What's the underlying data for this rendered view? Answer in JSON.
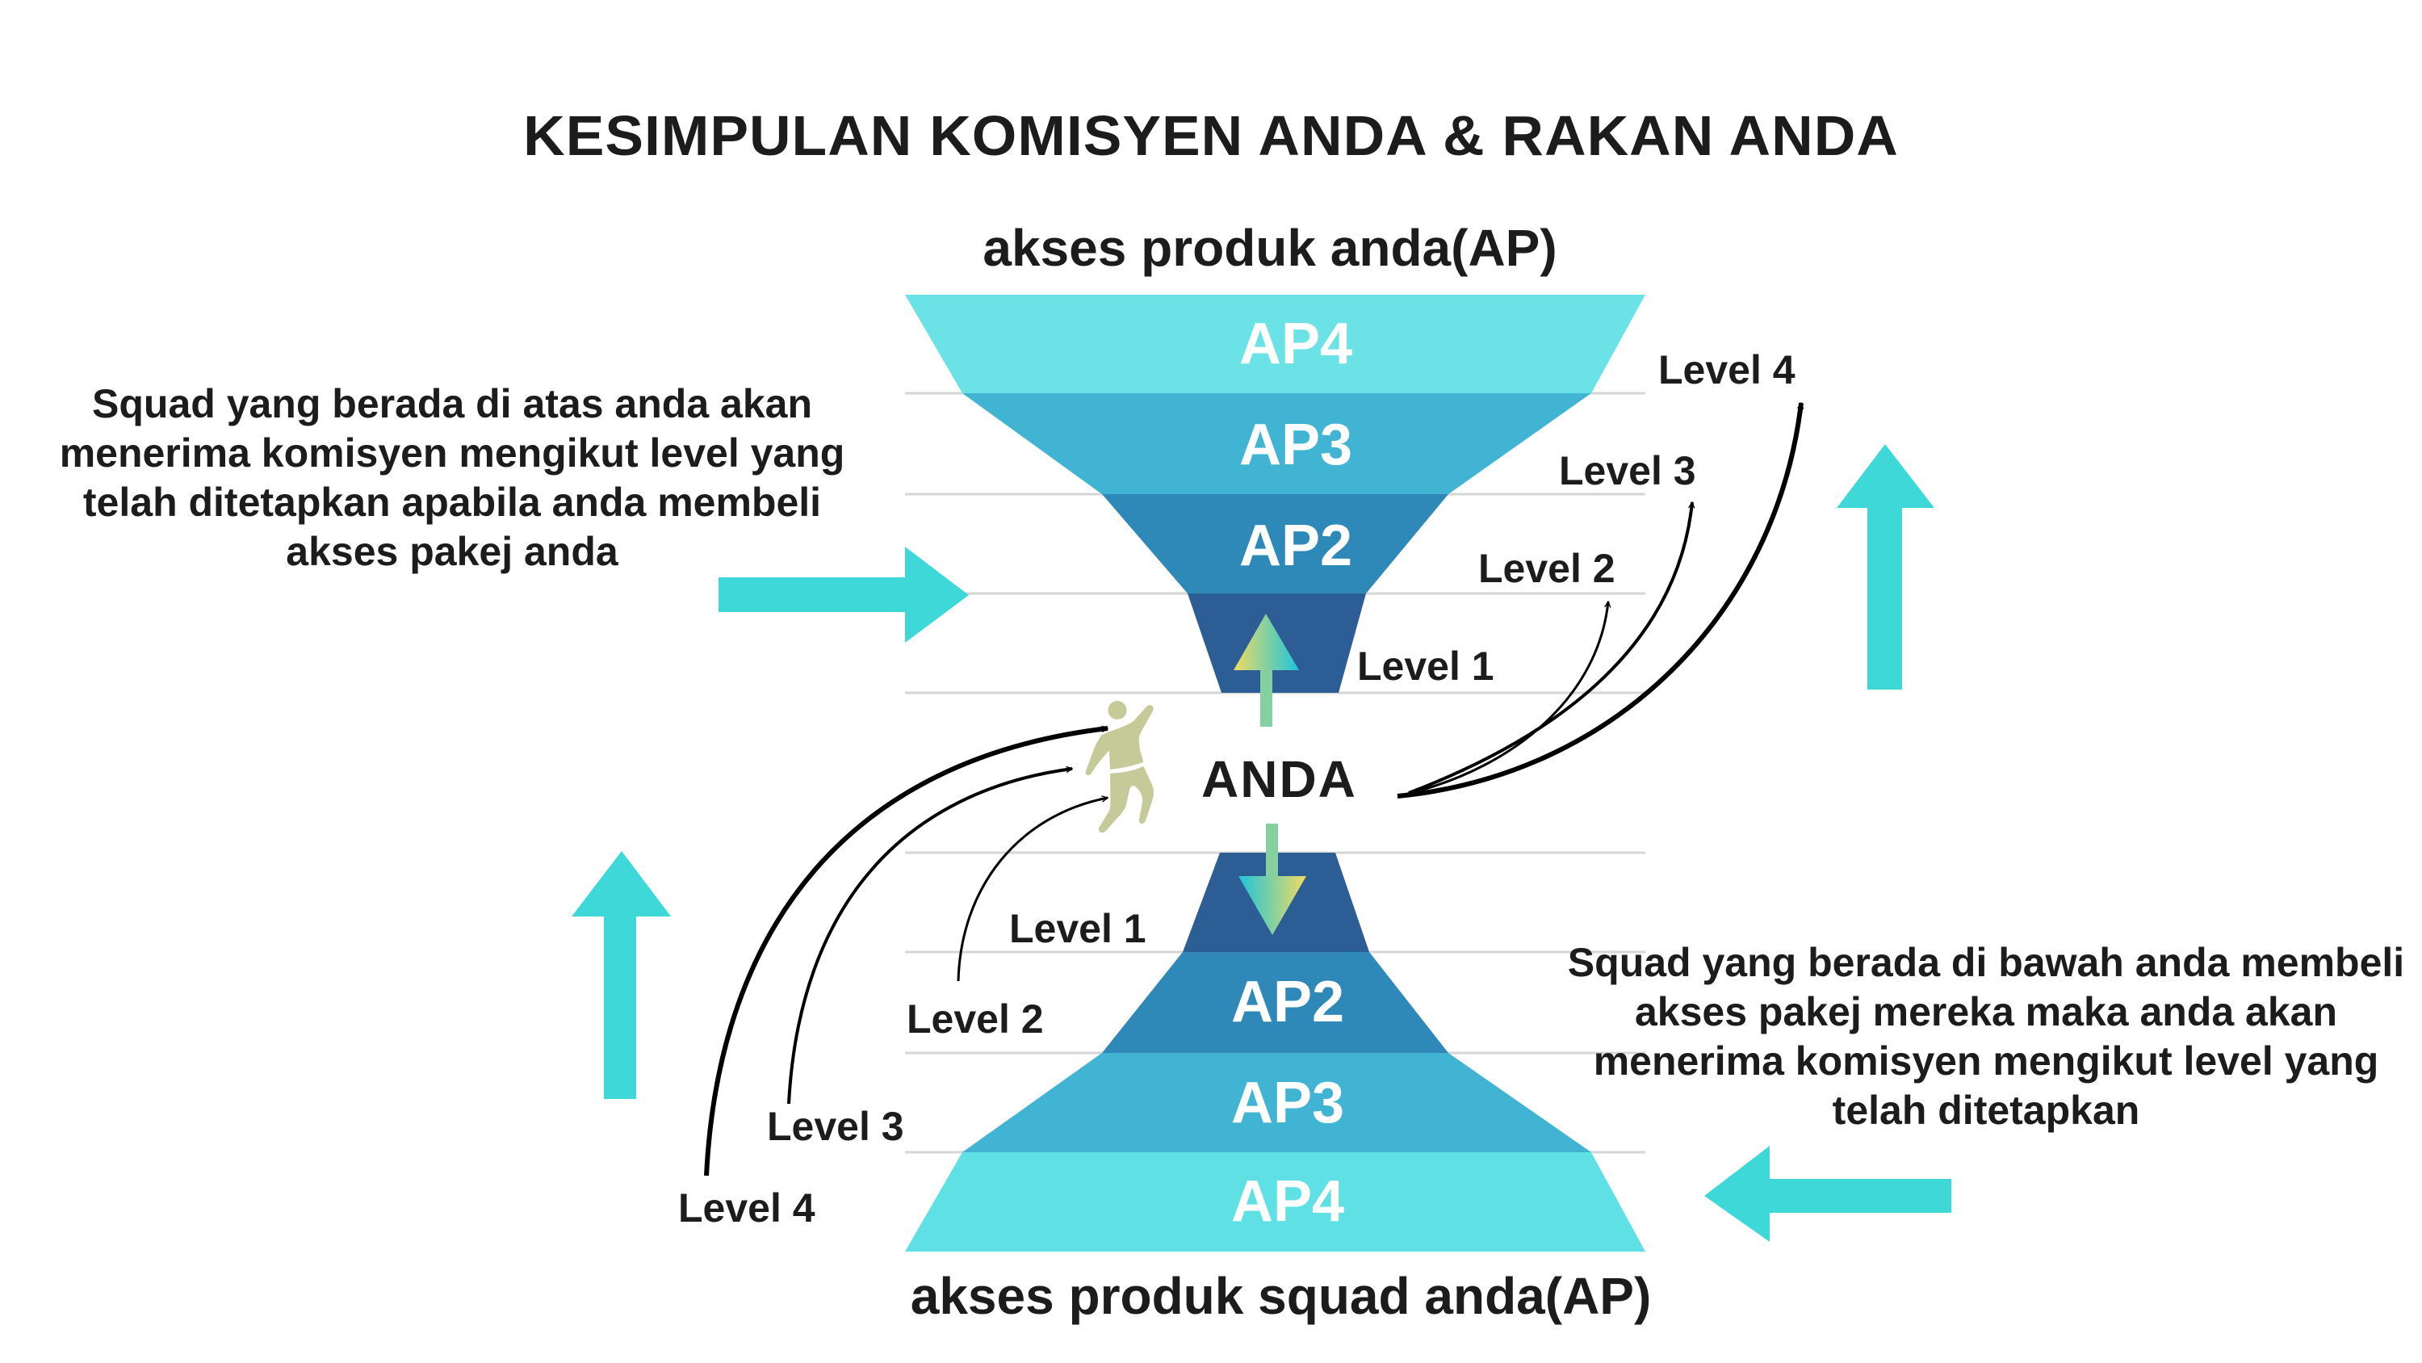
{
  "title": "KESIMPULAN KOMISYEN ANDA & RAKAN ANDA",
  "top_section": {
    "heading": "akses produk anda(AP)",
    "tiers": [
      "AP4",
      "AP3",
      "AP2",
      ""
    ],
    "levels": [
      "Level 1",
      "Level 2",
      "Level 3",
      "Level 4"
    ],
    "description": "Squad yang berada di atas anda akan menerima komisyen mengikut level yang telah ditetapkan apabila anda membeli akses pakej anda"
  },
  "center": {
    "label": "ANDA",
    "icon": "person-jumping-icon"
  },
  "bottom_section": {
    "heading": "akses produk squad anda(AP)",
    "tiers": [
      "",
      "AP2",
      "AP3",
      "AP4"
    ],
    "levels": [
      "Level 1",
      "Level 2",
      "Level 3",
      "Level 4"
    ],
    "description": "Squad yang berada di bawah anda membeli akses pakej mereka maka anda akan menerima komisyen mengikut level yang telah ditetapkan"
  },
  "colors": {
    "tier_ap4_top": "#6be3e6",
    "tier_ap4_bottom": "#5fe0e4",
    "tier_ap3": "#41b4d4",
    "tier_ap2": "#2e89b8",
    "tier_ap1": "#2d5d95",
    "accent_arrow": "#3fd8d8",
    "figure": "#c5ca98",
    "gradient_yellow": "#f0dc60",
    "gradient_teal": "#20c4d8",
    "stem_green": "#84d0a0",
    "text": "#1c1c1c",
    "divider": "#d8d8d8"
  }
}
